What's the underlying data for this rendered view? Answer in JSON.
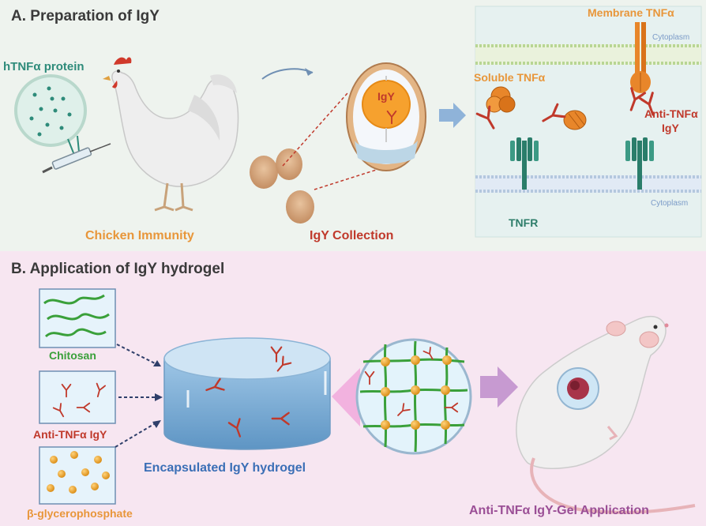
{
  "panel_a": {
    "title": "A. Preparation of IgY",
    "antigen_label": "hTNFα protein",
    "chicken_caption": "Chicken Immunity",
    "egg_label": "IgY",
    "collection_caption": "IgY Collection",
    "membrane_tnf": "Membrane TNFα",
    "cytoplasm_top": "Cytoplasm",
    "soluble_tnf": "Soluble TNFα",
    "anti_tnf_line1": "Anti-TNFα",
    "anti_tnf_line2": "IgY",
    "tnfr": "TNFR",
    "cytoplasm_bottom": "Cytoplasm"
  },
  "panel_b": {
    "title": "B. Application of IgY hydrogel",
    "chitosan": "Chitosan",
    "anti_tnf_igy": "Anti-TNFα IgY",
    "glycerophosphate": "β-glycerophosphate",
    "hydrogel_caption": "Encapsulated IgY hydrogel",
    "application_caption": "Anti-TNFα IgY-Gel Application"
  },
  "colors": {
    "teal": "#2e8b7a",
    "orange_text": "#e8963a",
    "red_text": "#c0392b",
    "blue_text": "#3b6fb6",
    "purple_text": "#9b4f96",
    "antibody": "#c0392b",
    "receptor": "#2a7d6a",
    "tnf": "#e8862a"
  }
}
